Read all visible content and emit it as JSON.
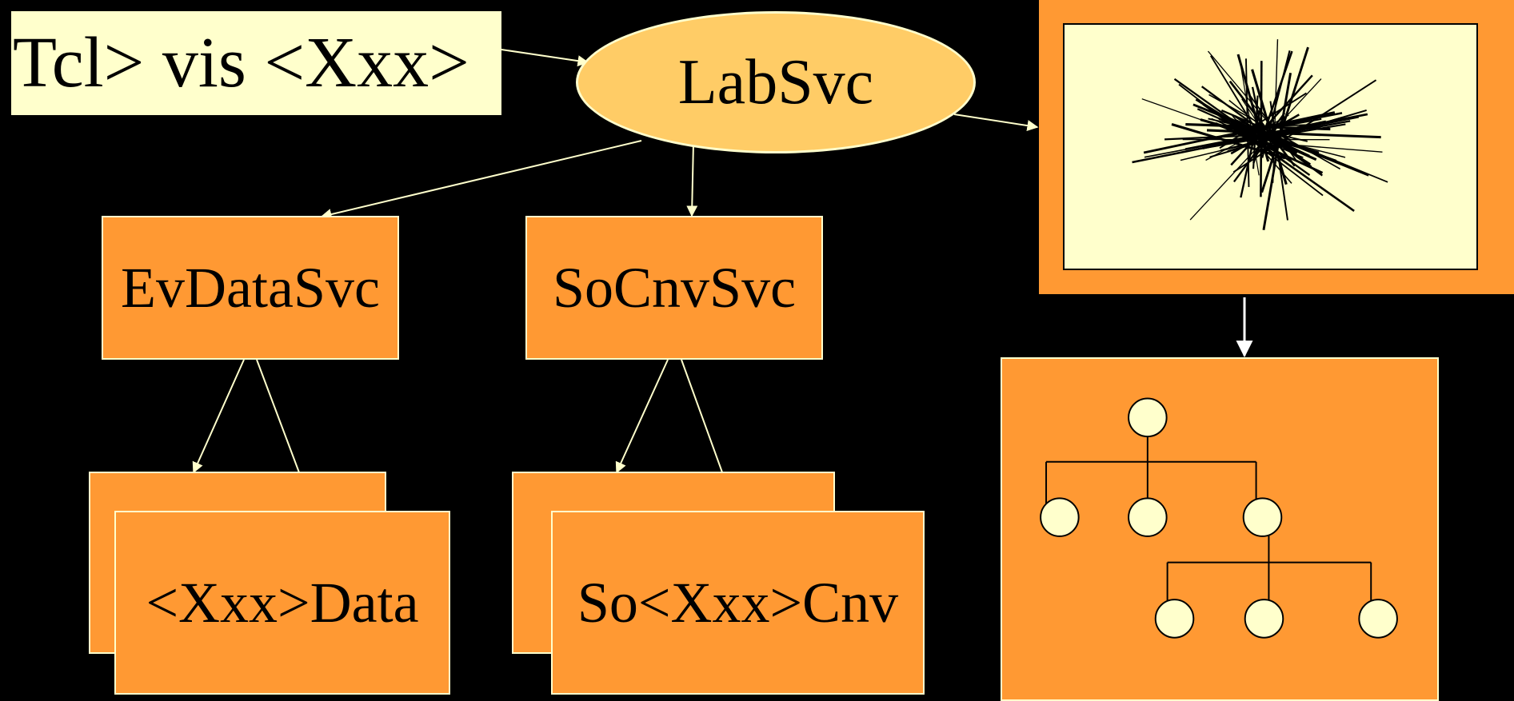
{
  "diagram": {
    "command_prompt": "Tcl> vis <Xxx>",
    "nodes": {
      "lab_svc": "LabSvc",
      "ev_data_svc": "EvDataSvc",
      "so_cnv_svc": "SoCnvSvc",
      "xxx_data": "<Xxx>Data",
      "so_xxx_cnv": "So<Xxx>Cnv"
    },
    "edges": [
      {
        "from": "command_prompt",
        "to": "lab_svc"
      },
      {
        "from": "lab_svc",
        "to": "ev_data_svc"
      },
      {
        "from": "lab_svc",
        "to": "so_cnv_svc"
      },
      {
        "from": "lab_svc",
        "to": "event_viewer"
      },
      {
        "from": "ev_data_svc",
        "to": "xxx_data"
      },
      {
        "from": "so_cnv_svc",
        "to": "so_xxx_cnv"
      },
      {
        "from": "event_viewer",
        "to": "scene_tree"
      }
    ],
    "colors": {
      "background": "#000000",
      "box_fill": "#FF9933",
      "ellipse_fill": "#FFCC66",
      "pale": "#FFFFCC",
      "arrow": "#FFFFCC"
    },
    "icons": {
      "event_viewer": "track-burst-display",
      "scene_tree": "node-tree"
    }
  }
}
